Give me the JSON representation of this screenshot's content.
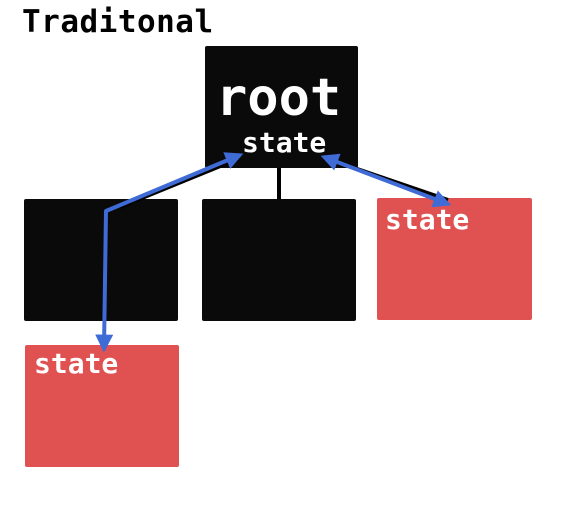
{
  "title": "Traditonal",
  "nodes": {
    "root": {
      "label": "root",
      "sublabel": "state"
    },
    "left_child": {
      "label": ""
    },
    "middle_child": {
      "label": ""
    },
    "right_child": {
      "label": "state"
    },
    "grandchild": {
      "label": "state"
    }
  },
  "colors": {
    "dark_box": "#0a0a0a",
    "state_box": "#e05252",
    "arrow": "#3f6bd6",
    "connector": "#000000"
  }
}
